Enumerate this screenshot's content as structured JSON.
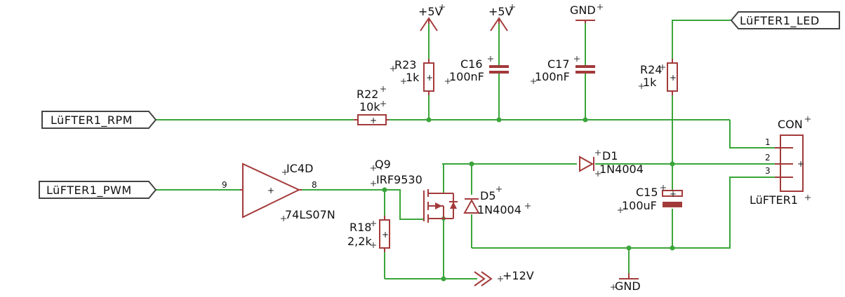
{
  "labels": {
    "rpm": "LüFTER1_RPM",
    "pwm": "LüFTER1_PWM",
    "led": "LüFTER1_LED"
  },
  "supplies": {
    "vcc1": "+5V",
    "vcc2": "+5V",
    "gnd_top": "GND",
    "gnd_bottom": "GND",
    "v12": "+12V"
  },
  "components": {
    "r22": {
      "name": "R22",
      "value": "10k"
    },
    "r23": {
      "name": "R23",
      "value": "1k"
    },
    "r24": {
      "name": "R24",
      "value": "1k"
    },
    "r18": {
      "name": "R18",
      "value": "2,2k"
    },
    "c16": {
      "name": "C16",
      "value": "100nF"
    },
    "c17": {
      "name": "C17",
      "value": "100nF"
    },
    "c15": {
      "name": "C15",
      "value": "100uF"
    },
    "d1": {
      "name": "D1",
      "value": "1N4004"
    },
    "d5": {
      "name": "D5",
      "value": "1N4004"
    },
    "q9": {
      "name": "Q9",
      "value": "IRF9530"
    },
    "ic4d": {
      "name": "IC4D",
      "value": "74LS07N",
      "pin_in": "9",
      "pin_out": "8"
    },
    "con": {
      "name": "LüFTER1",
      "value": "CON",
      "pins": [
        "1",
        "2",
        "3"
      ]
    }
  }
}
